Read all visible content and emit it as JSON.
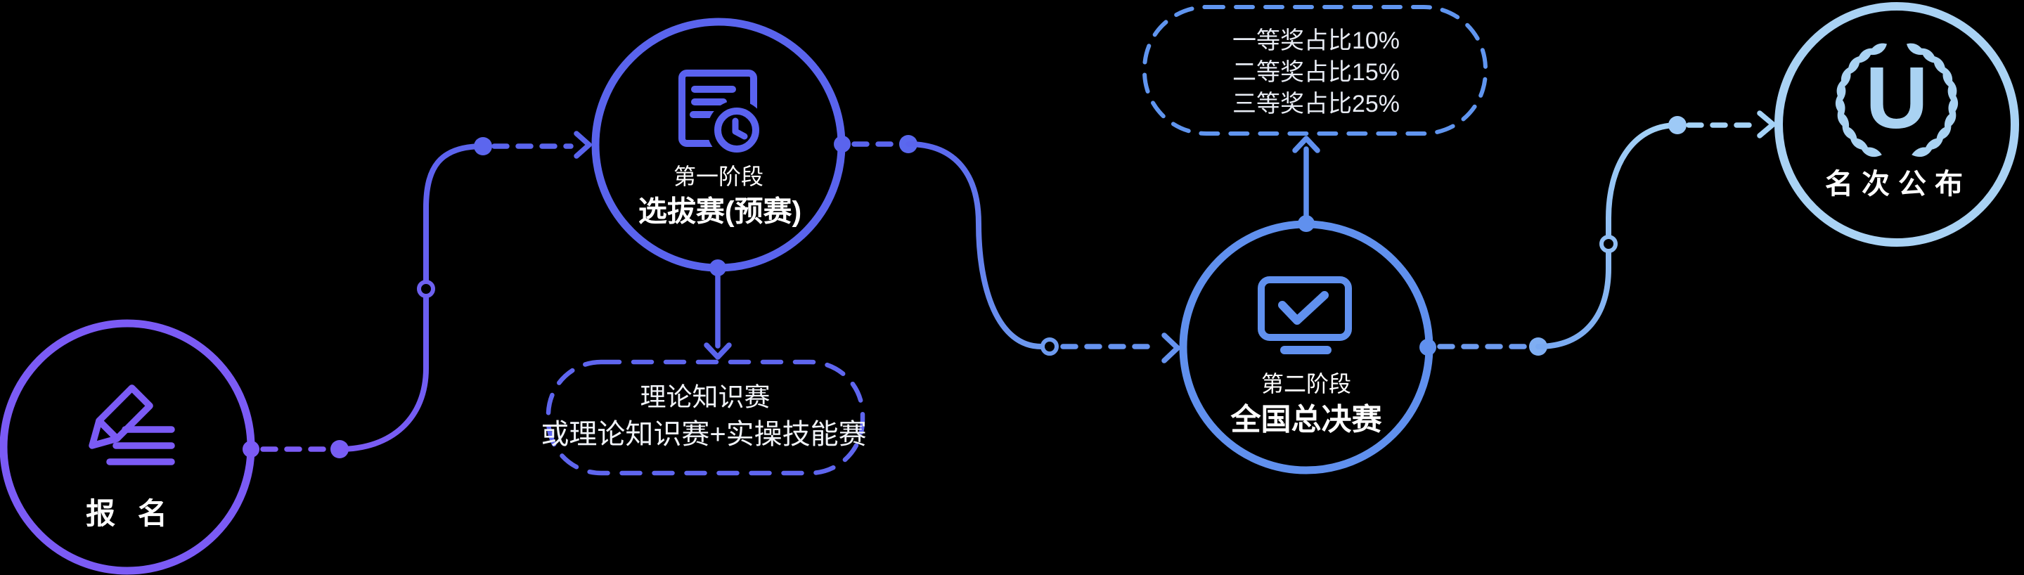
{
  "flow": {
    "background_color": "#000000",
    "registration": {
      "label": "报 名",
      "accent_color": "#7B5BF5",
      "icon": "pencil-edit-icon"
    },
    "stage1": {
      "subtitle": "第一阶段",
      "title": "选拔赛(预赛)",
      "accent_color": "#5A64ED",
      "icon": "document-clock-icon"
    },
    "stage1_detail": {
      "line1": "理论知识赛",
      "line2": "或理论知识赛+实操技能赛",
      "border_color": "#5F66EF"
    },
    "stage2": {
      "subtitle": "第二阶段",
      "title": "全国总决赛",
      "accent_color": "#6090EE",
      "icon": "monitor-check-icon"
    },
    "stage2_awards": {
      "line1": "一等奖占比10%",
      "line2": "二等奖占比15%",
      "line3": "三等奖占比25%",
      "border_color": "#6095EF"
    },
    "announcement": {
      "label": "名次公布",
      "accent_color": "#A9D2F4",
      "icon": "laurel-wreath-icon"
    }
  }
}
